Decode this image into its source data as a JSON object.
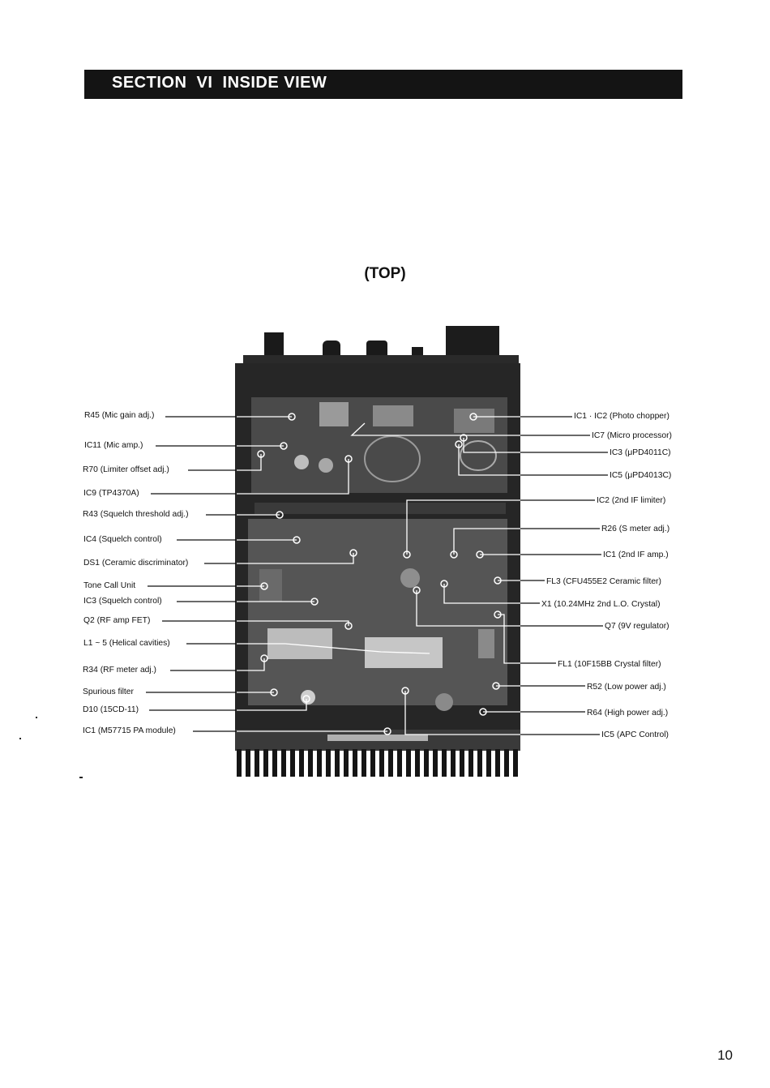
{
  "section_header": {
    "title": "SECTION  VI  INSIDE VIEW"
  },
  "view_title": "(TOP)",
  "left_labels": [
    "R45 (Mic gain adj.)",
    "IC11 (Mic amp.)",
    "R70 (Limiter offset adj.)",
    "IC9 (TP4370A)",
    "R43 (Squelch threshold adj.)",
    "IC4 (Squelch control)",
    "DS1 (Ceramic discriminator)",
    "Tone Call Unit",
    "IC3 (Squelch control)",
    "Q2 (RF amp FET)",
    "L1 ~ 5 (Helical cavities)",
    "R34 (RF meter adj.)",
    "Spurious filter",
    "D10 (15CD-11)",
    "IC1 (M57715 PA module)"
  ],
  "right_labels": [
    "IC1 · IC2 (Photo chopper)",
    "IC7 (Micro processor)",
    "IC3 (μPD4011C)",
    "IC5 (μPD4013C)",
    "IC2 (2nd IF limiter)",
    "R26 (S meter adj.)",
    "IC1 (2nd IF amp.)",
    "FL3 (CFU455E2 Ceramic filter)",
    "X1 (10.24MHz 2nd L.O. Crystal)",
    "Q7 (9V regulator)",
    "FL1 (10F15BB Crystal filter)",
    "R52 (Low power adj.)",
    "R64 (High power adj.)",
    "IC5 (APC Control)"
  ],
  "page_number": "10"
}
